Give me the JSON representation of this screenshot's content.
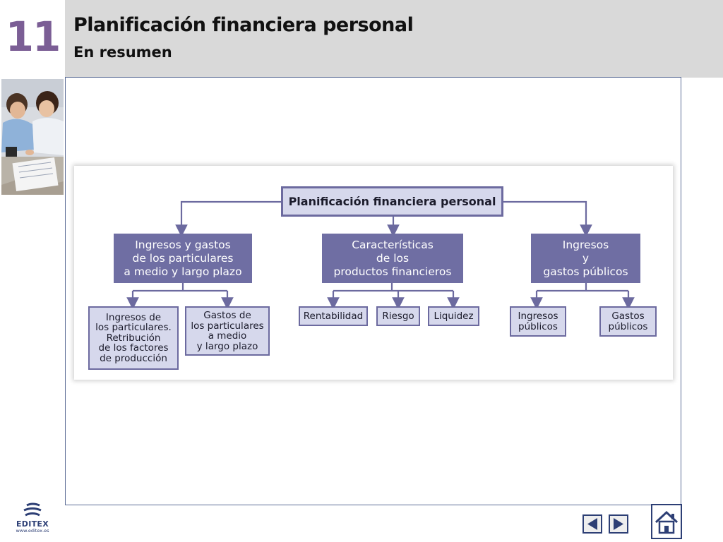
{
  "header": {
    "unit_number": "11",
    "title": "Planificación financiera personal",
    "subtitle": "En resumen"
  },
  "diagram": {
    "root": "Planificación financiera personal",
    "branches": [
      {
        "lines": [
          "Ingresos y gastos",
          "de los particulares",
          "a medio y largo plazo"
        ],
        "children": [
          {
            "lines": [
              "Ingresos de",
              "los particulares.",
              "Retribución",
              "de los factores",
              "de producción"
            ]
          },
          {
            "lines": [
              "Gastos de",
              "los particulares",
              "a medio",
              "y largo plazo"
            ]
          }
        ]
      },
      {
        "lines": [
          "Características",
          "de los",
          "productos financieros"
        ],
        "children": [
          {
            "lines": [
              "Rentabilidad"
            ]
          },
          {
            "lines": [
              "Riesgo"
            ]
          },
          {
            "lines": [
              "Liquidez"
            ]
          }
        ]
      },
      {
        "lines": [
          "Ingresos",
          "y",
          "gastos públicos"
        ],
        "children": [
          {
            "lines": [
              "Ingresos",
              "públicos"
            ]
          },
          {
            "lines": [
              "Gastos",
              "públicos"
            ]
          }
        ]
      }
    ]
  },
  "footer": {
    "logo_text": "EDITEX",
    "logo_url": "www.editex.es",
    "icons": [
      "editex-logo-icon",
      "previous-arrow-icon",
      "next-arrow-icon",
      "home-icon"
    ]
  },
  "colors": {
    "accent": "#7b5e95",
    "header_band": "#d9d9d9",
    "node_dark": "#6f6ea3",
    "node_light": "#d6d8ec",
    "connector": "#6c6a9f"
  }
}
